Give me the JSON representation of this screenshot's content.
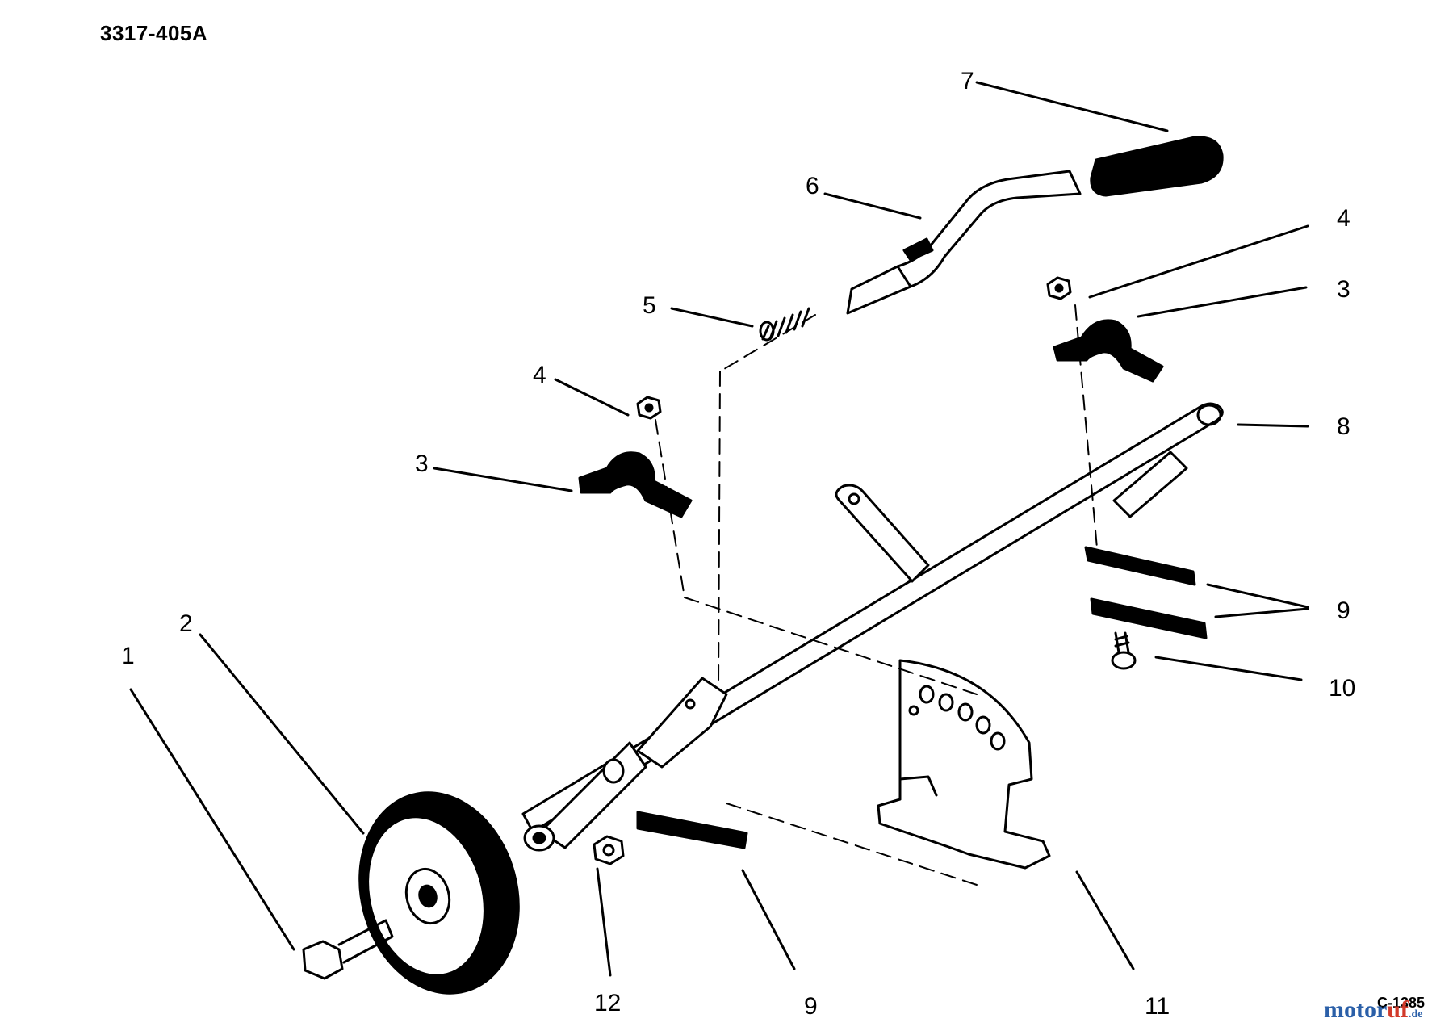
{
  "document_id": "3317-405A",
  "figure_code": "C-1385",
  "watermark": {
    "main": "motor",
    "accent": "uf",
    "tld": ".de"
  },
  "callouts": [
    {
      "id": "label-7",
      "text": "7"
    },
    {
      "id": "label-6",
      "text": "6"
    },
    {
      "id": "label-4a",
      "text": "4"
    },
    {
      "id": "label-3a",
      "text": "3"
    },
    {
      "id": "label-5",
      "text": "5"
    },
    {
      "id": "label-4b",
      "text": "4"
    },
    {
      "id": "label-3b",
      "text": "3"
    },
    {
      "id": "label-8",
      "text": "8"
    },
    {
      "id": "label-9a",
      "text": "9"
    },
    {
      "id": "label-10",
      "text": "10"
    },
    {
      "id": "label-2",
      "text": "2"
    },
    {
      "id": "label-1",
      "text": "1"
    },
    {
      "id": "label-12",
      "text": "12"
    },
    {
      "id": "label-9b",
      "text": "9"
    },
    {
      "id": "label-11",
      "text": "11"
    }
  ],
  "colors": {
    "ink": "#000000",
    "background": "#ffffff"
  }
}
